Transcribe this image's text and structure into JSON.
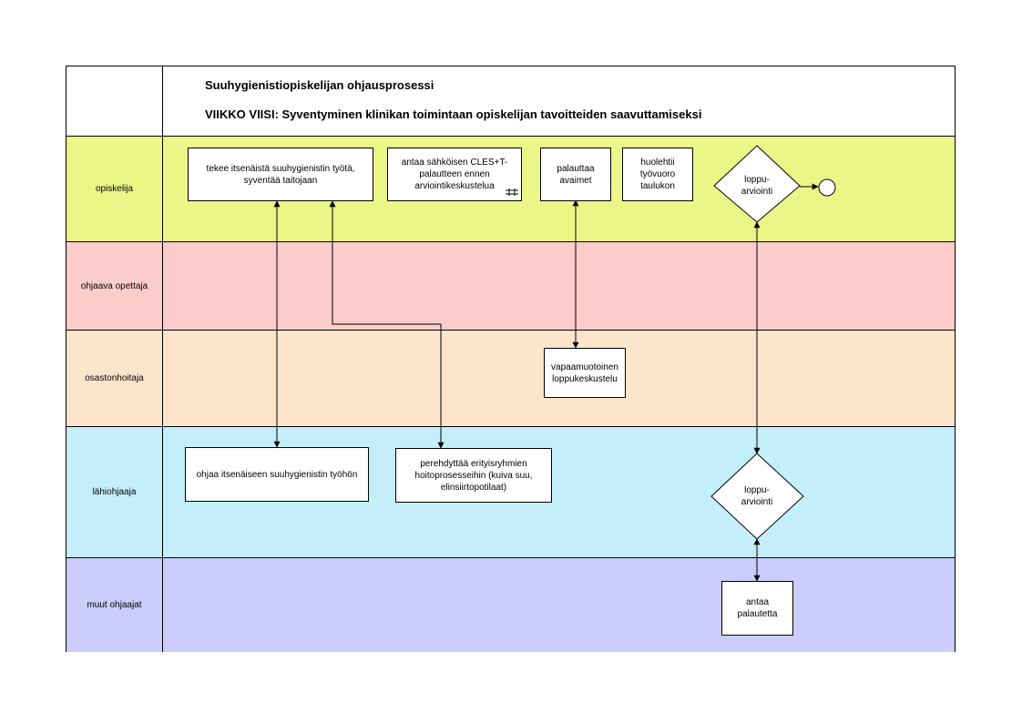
{
  "header": {
    "title": "Suuhygienistiopiskelijan ohjausprosessi",
    "subtitle": "VIIKKO VIISI: Syventyminen klinikan toimintaan opiskelijan tavoitteiden saavuttamiseksi"
  },
  "lanes": [
    {
      "label": "opiskelija",
      "color": "#eaf787"
    },
    {
      "label": "ohjaava opettaja",
      "color": "#fdcdcc"
    },
    {
      "label": "osastonhoitaja",
      "color": "#fde5cc"
    },
    {
      "label": "lähiohjaaja",
      "color": "#c4eefa"
    },
    {
      "label": "muut ohjaajat",
      "color": "#ccccfd"
    }
  ],
  "boxes": {
    "b1": "tekee itsenäistä suuhygienistin työtä,\nsyventää taitojaan",
    "b2": "antaa sähköisen CLES+T-\npalautteen ennen\narviointikeskustelua",
    "b3": "palauttaa\navaimet",
    "b4": "huolehtii\ntyövuoro\ntaulukon",
    "b5": "vapaamuotoinen\nloppukeskustelu",
    "b6": "ohjaa itsenäiseen suuhygienistin työhön",
    "b7": "perehdyttää erityisryhmien\nhoitoprosesseihin (kuiva suu,\nelinsiirtopotilaat)",
    "b8": "antaa\npalautetta"
  },
  "diamonds": {
    "d1": "loppu-\narviointi",
    "d2": "loppu-\narviointi"
  },
  "icons": {
    "subprocess": "subprocess-icon",
    "end": "end-event-icon"
  }
}
